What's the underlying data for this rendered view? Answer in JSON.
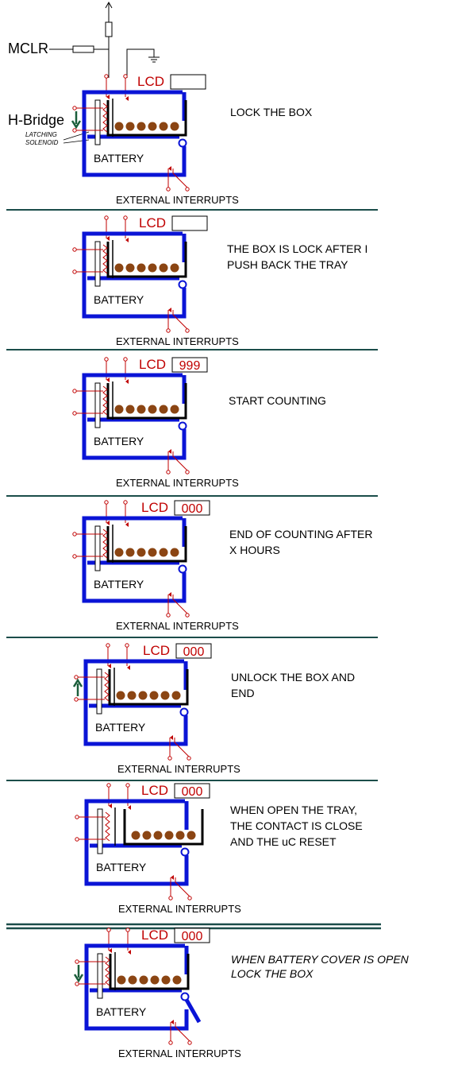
{
  "top": {
    "mclr": "MCLR",
    "hbridge": "H-Bridge",
    "solenoid_line1": "LATCHING",
    "solenoid_line2": "SOLENOID"
  },
  "common": {
    "lcd_label": "LCD",
    "battery": "BATTERY",
    "external": "EXTERNAL INTERRUPTS"
  },
  "colors": {
    "box_blue": "#0a14d6",
    "wire_red": "#c00000",
    "ball_brown": "#8b4513",
    "divider": "#1b4d4a",
    "arrow_green": "#1b5e3b"
  },
  "panels": [
    {
      "lcd": "",
      "desc": [
        "LOCK THE BOX"
      ],
      "arrow": "down",
      "tray": "closed"
    },
    {
      "lcd": "",
      "desc": [
        "THE BOX IS LOCK AFTER I",
        "PUSH BACK THE TRAY"
      ],
      "arrow": "",
      "tray": "closed"
    },
    {
      "lcd": "999",
      "desc": [
        "START COUNTING"
      ],
      "arrow": "",
      "tray": "closed"
    },
    {
      "lcd": "000",
      "desc": [
        "END OF COUNTING AFTER",
        "X HOURS"
      ],
      "arrow": "",
      "tray": "closed"
    },
    {
      "lcd": "000",
      "desc": [
        "UNLOCK THE BOX AND",
        "END"
      ],
      "arrow": "up",
      "tray": "closed"
    },
    {
      "lcd": "000",
      "desc": [
        "WHEN OPEN THE TRAY,",
        "THE CONTACT IS CLOSE",
        "AND THE uC RESET"
      ],
      "arrow": "",
      "tray": "open"
    },
    {
      "lcd": "000",
      "desc": [
        "WHEN BATTERY COVER IS OPEN",
        "LOCK THE BOX"
      ],
      "arrow": "down",
      "tray": "closed",
      "cover": "open"
    }
  ]
}
